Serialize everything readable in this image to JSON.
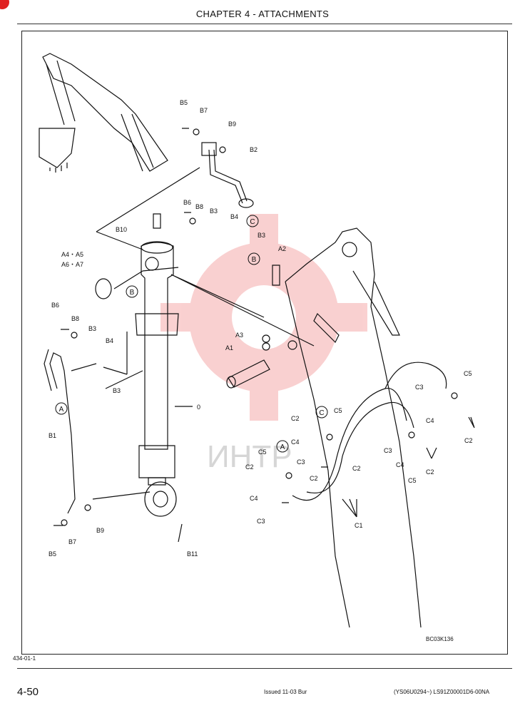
{
  "header": {
    "title": "CHAPTER 4 - ATTACHMENTS"
  },
  "diagram": {
    "figure_id": "BC03K136",
    "watermark": "ИНТР",
    "labels": {
      "B5": "B5",
      "B7": "B7",
      "B9": "B9",
      "B2": "B2",
      "B6": "B6",
      "B8": "B8",
      "B3": "B3",
      "B4": "B4",
      "B10": "B10",
      "A4A5": "A4・A5",
      "A6A7": "A6・A7",
      "A2": "A2",
      "A3": "A3",
      "A1": "A1",
      "B1": "B1",
      "B11": "B11",
      "zero": "0",
      "C1": "C1",
      "C2": "C2",
      "C3": "C3",
      "C4": "C4",
      "C5": "C5",
      "circA": "A",
      "circB": "B",
      "circC": "C"
    }
  },
  "footer": {
    "ref": "434-01-1",
    "page": "4-50",
    "issued": "Issued 11-03   Bur",
    "code": "(YS06U0294~)   LS91Z00001D6-00NA"
  }
}
